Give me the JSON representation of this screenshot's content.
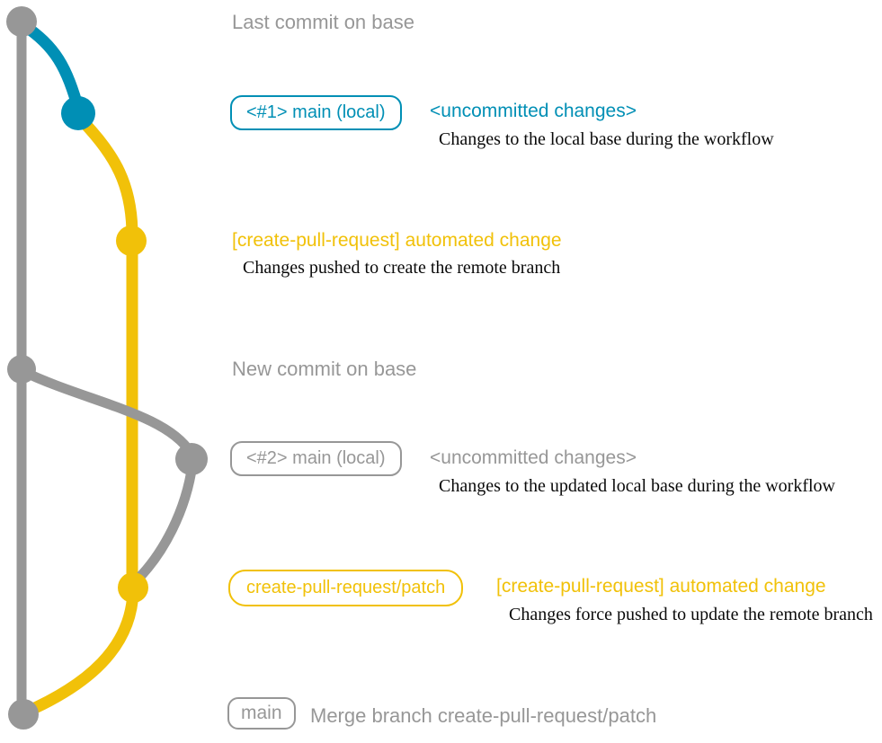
{
  "colors": {
    "base": "#979797",
    "local": "#008fb5",
    "patch": "#f1c109"
  },
  "annotations": {
    "last_commit": {
      "label": "Last commit on base"
    },
    "commit_local_1": {
      "badge": "<#1> main (local)",
      "heading": "<uncommitted changes>",
      "description": "Changes to the local base during the workflow"
    },
    "commit_patch_1": {
      "heading": "[create-pull-request] automated change",
      "description": "Changes pushed to create the remote branch"
    },
    "new_commit": {
      "label": "New commit on base"
    },
    "commit_local_2": {
      "badge": "<#2> main (local)",
      "heading": "<uncommitted changes>",
      "description": "Changes to the updated local base during the workflow"
    },
    "commit_patch_2": {
      "badge": "create-pull-request/patch",
      "heading": "[create-pull-request] automated change",
      "description": "Changes force pushed to update the remote branch"
    },
    "merge_commit": {
      "badge": "main",
      "message": "Merge branch create-pull-request/patch"
    }
  }
}
